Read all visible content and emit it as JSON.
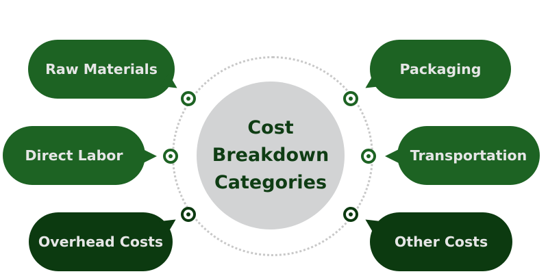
{
  "center": {
    "title": "Cost Breakdown Categories"
  },
  "colors": {
    "bubble_mid": "#1d6323",
    "bubble_dark": "#0c3a10",
    "hub": "#d2d3d4",
    "hub_text": "#0f3d14",
    "bubble_text": "#e6e6e6",
    "ring": "#c8c8c8"
  },
  "categories": [
    {
      "label": "Raw Materials"
    },
    {
      "label": "Direct Labor"
    },
    {
      "label": "Overhead Costs"
    },
    {
      "label": "Packaging"
    },
    {
      "label": "Transportation"
    },
    {
      "label": "Other Costs"
    }
  ]
}
